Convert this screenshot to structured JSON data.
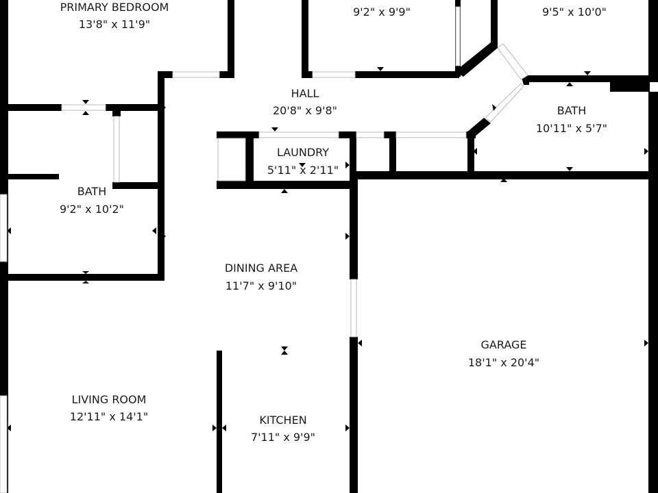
{
  "colors": {
    "wall": "#000000",
    "background": "#ffffff",
    "text": "#1a1a1a"
  },
  "rooms": {
    "primary_bedroom": {
      "name": "PRIMARY BEDROOM",
      "dim": "13'8\" x 11'9\""
    },
    "bedroom_2": {
      "name": "",
      "dim": "9'2\" x 9'9\""
    },
    "bedroom_3": {
      "name": "",
      "dim": "9'5\" x 10'0\""
    },
    "hall": {
      "name": "HALL",
      "dim": "20'8\" x 9'8\""
    },
    "laundry": {
      "name": "LAUNDRY",
      "dim": "5'11\" x 2'11\""
    },
    "bath_east": {
      "name": "BATH",
      "dim": "10'11\" x 5'7\""
    },
    "bath_west": {
      "name": "BATH",
      "dim": "9'2\" x 10'2\""
    },
    "dining_area": {
      "name": "DINING AREA",
      "dim": "11'7\" x 9'10\""
    },
    "garage": {
      "name": "GARAGE",
      "dim": "18'1\" x 20'4\""
    },
    "living_room": {
      "name": "LIVING ROOM",
      "dim": "12'11\" x 14'1\""
    },
    "kitchen": {
      "name": "KITCHEN",
      "dim": "7'11\" x 9'9\""
    }
  }
}
